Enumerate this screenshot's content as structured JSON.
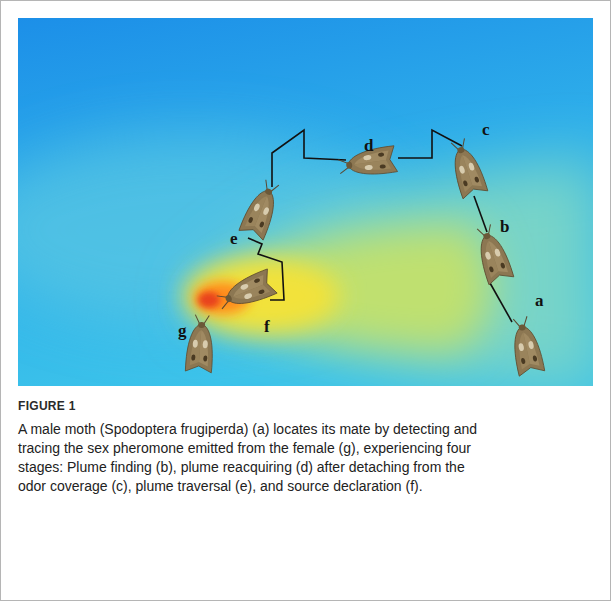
{
  "diagram": {
    "caption": "A male moth (Spodoptera frugiperda) (a) locates its mate by detecting and tracing the sex pheromone emitted from the female (g), experiencing four stages: Plume finding (b), plume reacquiring (d) after detaching from the odor coverage (c), plume traversal (e), and source declaration (f).",
    "labels": [
      "a",
      "b",
      "c",
      "d",
      "e",
      "f",
      "g",
      "FIGURE 1"
    ]
  }
}
